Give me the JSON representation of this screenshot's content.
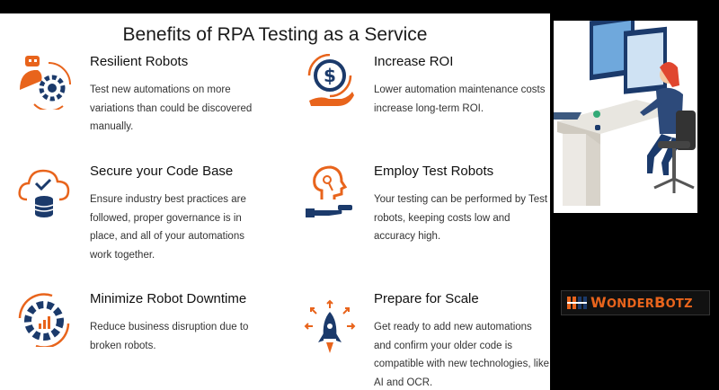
{
  "title": "Benefits of RPA Testing as a Service",
  "benefits": [
    {
      "heading": "Resilient Robots",
      "text": "Test new automations on more variations than could be discovered manually.",
      "icon": "robot-gear-icon"
    },
    {
      "heading": "Increase ROI",
      "text": "Lower automation maintenance costs increase long-term ROI.",
      "icon": "dollar-hand-icon"
    },
    {
      "heading": "Secure your Code Base",
      "text": "Ensure industry best practices are followed, proper governance is in place, and all of your automations work together.",
      "icon": "cloud-database-icon"
    },
    {
      "heading": "Employ Test Robots",
      "text": "Your testing can be performed by Test robots, keeping costs low and accuracy high.",
      "icon": "robot-head-hand-icon"
    },
    {
      "heading": "Minimize Robot Downtime",
      "text": "Reduce business disruption due to broken robots.",
      "icon": "gear-growth-icon"
    },
    {
      "heading": "Prepare for Scale",
      "text": "Get ready to add new automations and confirm your older code is compatible with new technologies, like AI and OCR.",
      "icon": "rocket-arrows-icon"
    }
  ],
  "logo": {
    "text_w": "W",
    "text_onder": "ONDER",
    "text_b": "B",
    "text_otz": "OTZ"
  },
  "colors": {
    "accent": "#e8641c",
    "navy": "#1b3a6b",
    "background": "#000000"
  }
}
